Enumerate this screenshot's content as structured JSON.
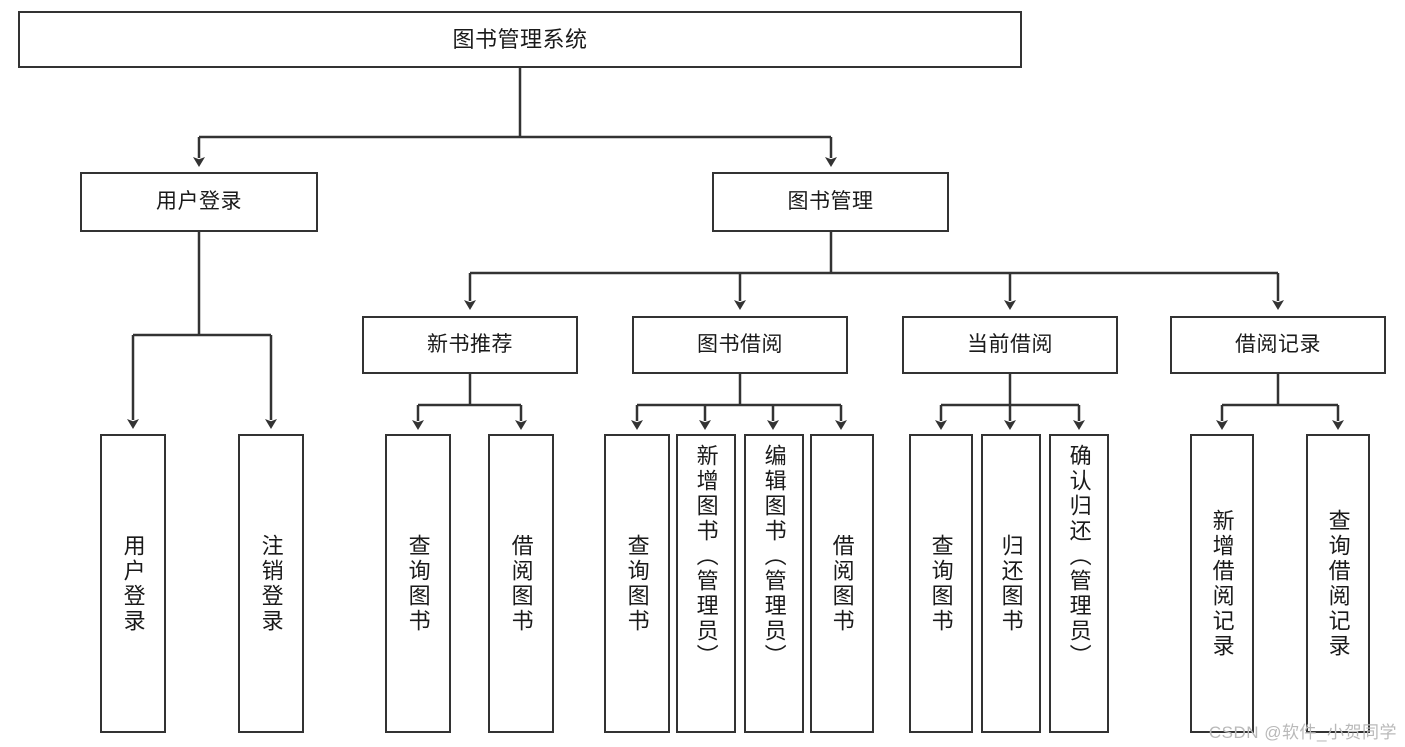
{
  "diagram": {
    "type": "tree",
    "title": "图书管理系统",
    "orientation": "top-down",
    "background_color": "#ffffff",
    "line_color": "#333333",
    "text_color": "#1a1a1a",
    "root": {
      "id": "root",
      "label": "图书管理系统"
    },
    "level2": [
      {
        "id": "user-login",
        "label": "用户登录"
      },
      {
        "id": "book-manage",
        "label": "图书管理"
      }
    ],
    "level3": [
      {
        "id": "new-book-rec",
        "label": "新书推荐",
        "parent": "book-manage"
      },
      {
        "id": "book-borrow",
        "label": "图书借阅",
        "parent": "book-manage"
      },
      {
        "id": "current-borrow",
        "label": "当前借阅",
        "parent": "book-manage"
      },
      {
        "id": "borrow-record",
        "label": "借阅记录",
        "parent": "book-manage"
      }
    ],
    "leaves": [
      {
        "id": "leaf-user-login",
        "label": "用户登录",
        "parent": "user-login",
        "align": "centered"
      },
      {
        "id": "leaf-logout",
        "label": "注销登录",
        "parent": "user-login",
        "align": "centered"
      },
      {
        "id": "leaf-query-book-1",
        "label": "查询图书",
        "parent": "new-book-rec",
        "align": "centered"
      },
      {
        "id": "leaf-borrow-book-1",
        "label": "借阅图书",
        "parent": "new-book-rec",
        "align": "centered"
      },
      {
        "id": "leaf-query-book-2",
        "label": "查询图书",
        "parent": "book-borrow",
        "align": "centered"
      },
      {
        "id": "leaf-add-book",
        "label": "新增图书（管理员）",
        "parent": "book-borrow",
        "align": "top"
      },
      {
        "id": "leaf-edit-book",
        "label": "编辑图书（管理员）",
        "parent": "book-borrow",
        "align": "top"
      },
      {
        "id": "leaf-borrow-book-2",
        "label": "借阅图书",
        "parent": "book-borrow",
        "align": "centered"
      },
      {
        "id": "leaf-query-book-3",
        "label": "查询图书",
        "parent": "current-borrow",
        "align": "centered"
      },
      {
        "id": "leaf-return-book",
        "label": "归还图书",
        "parent": "current-borrow",
        "align": "centered"
      },
      {
        "id": "leaf-confirm-return",
        "label": "确认归还（管理员）",
        "parent": "current-borrow",
        "align": "top"
      },
      {
        "id": "leaf-add-record",
        "label": "新增借阅记录",
        "parent": "borrow-record",
        "align": "centered"
      },
      {
        "id": "leaf-query-record",
        "label": "查询借阅记录",
        "parent": "borrow-record",
        "align": "centered"
      }
    ]
  },
  "watermark": {
    "text": "CSDN @软件_小贺同学"
  }
}
